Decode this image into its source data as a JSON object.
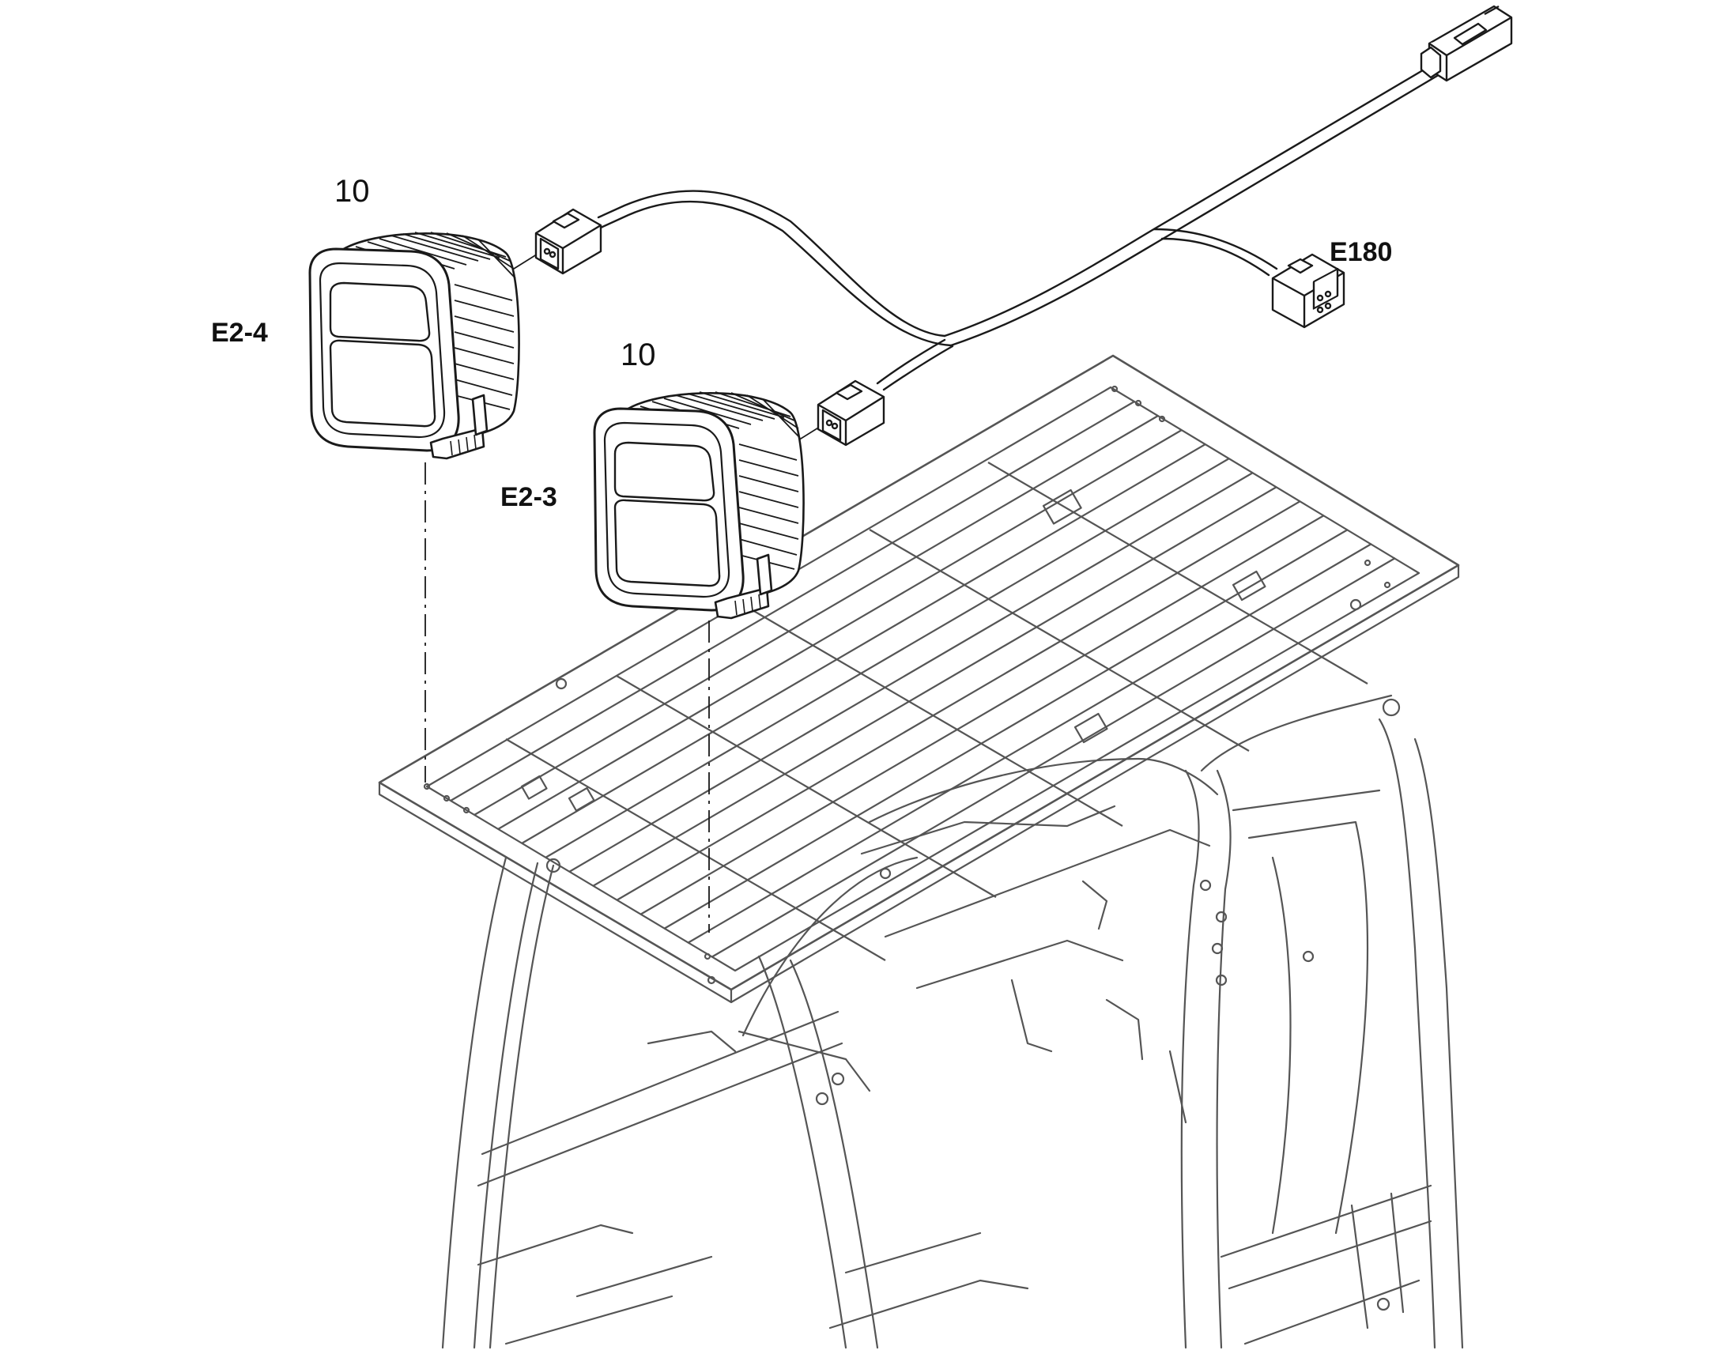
{
  "diagram": {
    "callouts": {
      "part_left": "10",
      "part_right": "10",
      "lamp_left": "E2-4",
      "lamp_right": "E2-3",
      "connector": "E180"
    },
    "colors": {
      "line": "#1a1a1a",
      "cab_line": "#555555",
      "background": "#ffffff"
    },
    "icons": [
      "work-lamp-icon",
      "connector-plug-icon",
      "wire-harness-icon",
      "cab-roof-icon"
    ]
  }
}
